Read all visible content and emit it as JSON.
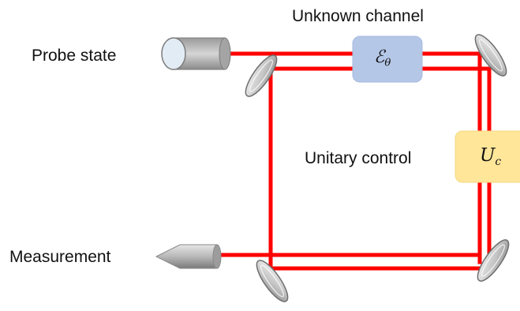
{
  "labels": {
    "probe_state": "Probe state",
    "unknown_channel": "Unknown channel",
    "unitary_control": "Unitary control",
    "measurement": "Measurement"
  },
  "symbols": {
    "channel": {
      "main": "ℰ",
      "sub": "θ"
    },
    "unitary": {
      "main": "U",
      "sub": "c"
    }
  },
  "colors": {
    "beam": "#ff0000",
    "channel_box": "#b4c7e7",
    "unitary_box": "#ffe699",
    "mirror": "#d0d0d0"
  }
}
